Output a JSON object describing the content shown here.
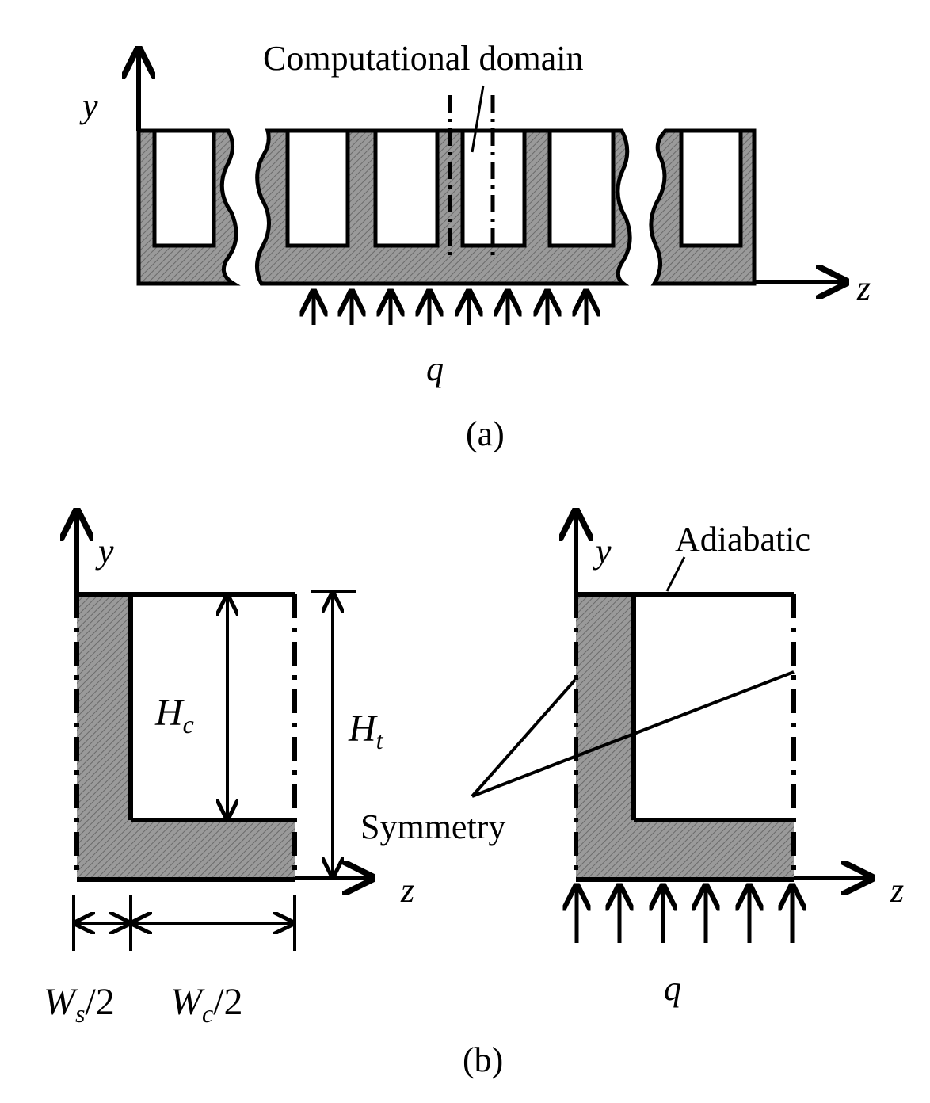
{
  "panel_a": {
    "label": "(a)",
    "domain_label": "Computational domain",
    "y_axis": "y",
    "z_axis": "z",
    "heat_flux": "q"
  },
  "panel_b_left": {
    "y_axis": "y",
    "z_axis": "z",
    "channel_height": "H",
    "channel_height_sub": "c",
    "total_height": "H",
    "total_height_sub": "t",
    "half_wall_width": "W",
    "half_wall_width_sub": "s",
    "half_wall_width_tail": "/2",
    "half_channel_width": "W",
    "half_channel_width_sub": "c",
    "half_channel_width_tail": "/2"
  },
  "panel_b_right": {
    "y_axis": "y",
    "z_axis": "z",
    "top_boundary": "Adiabatic",
    "symmetry": "Symmetry",
    "heat_flux": "q"
  },
  "panel_b": {
    "label": "(b)"
  },
  "colors": {
    "ink": "#000000",
    "hatch_fill": "#9a9a9a",
    "background": "#ffffff"
  }
}
